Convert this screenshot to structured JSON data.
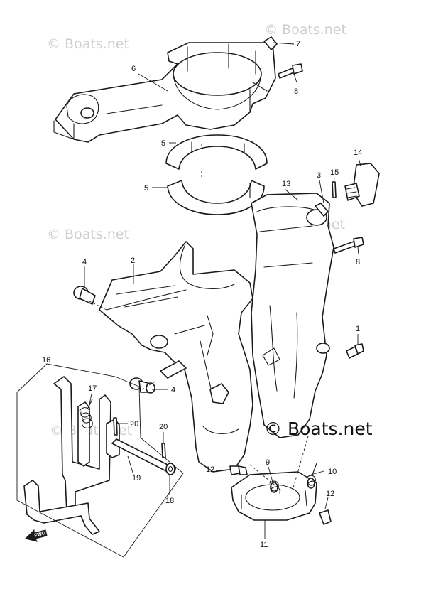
{
  "watermark": {
    "text": "© Boats.net"
  },
  "brand": {
    "text": "© Boats.net"
  },
  "fwd": {
    "label": "FWD"
  },
  "callouts": {
    "c1": "1",
    "c2": "2",
    "c3": "3",
    "c4a": "4",
    "c4b": "4",
    "c5a": "5",
    "c5b": "5",
    "c6": "6",
    "c7": "7",
    "c8a": "8",
    "c8b": "8",
    "c9": "9",
    "c10": "10",
    "c11": "11",
    "c12a": "12",
    "c12b": "12",
    "c13": "13",
    "c14": "14",
    "c15": "15",
    "c16": "16",
    "c17": "17",
    "c18": "18",
    "c19": "19",
    "c20a": "20",
    "c20b": "20"
  }
}
